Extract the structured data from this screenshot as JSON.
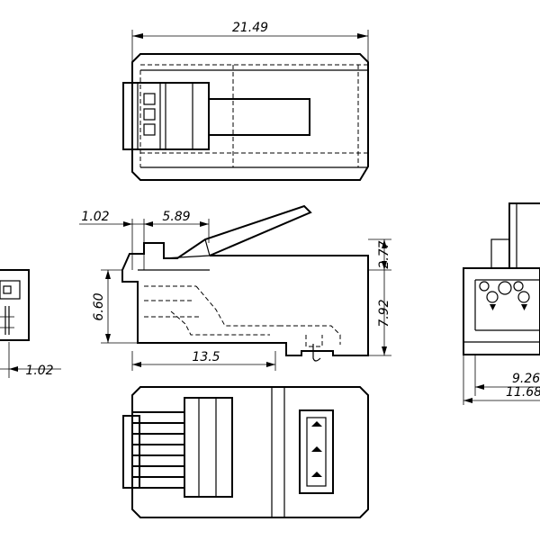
{
  "dimensions": {
    "top_width": "21.49",
    "tab_offset": "1.02",
    "tab_length": "5.89",
    "latch_height": "2.77",
    "front_height": "6.60",
    "body_height": "7.92",
    "body_length": "13.5",
    "left_width": "1.02",
    "right_inner_width": "9.26",
    "right_outer_width": "11.68"
  }
}
